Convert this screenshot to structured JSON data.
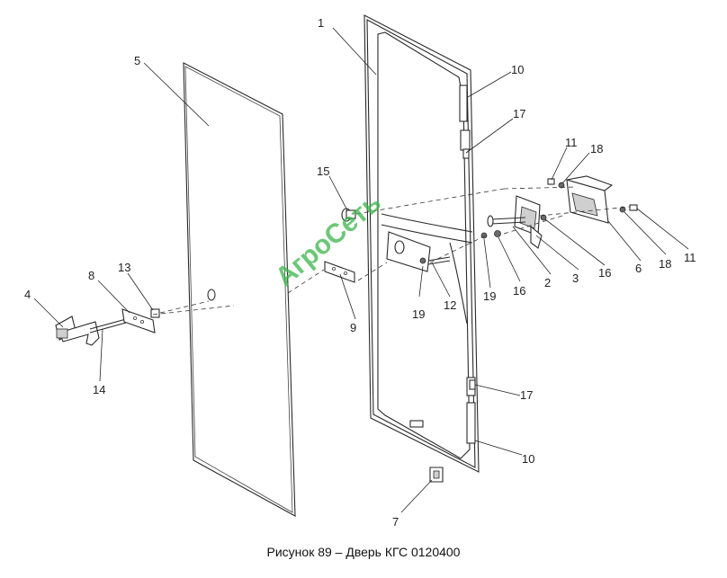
{
  "caption": "Рисунок 89 – Дверь КГС 0120400",
  "watermark": "АгроСеть",
  "callouts": [
    "1",
    "5",
    "10",
    "17",
    "15",
    "11",
    "18",
    "4",
    "8",
    "13",
    "14",
    "9",
    "12",
    "19",
    "2",
    "3",
    "16",
    "6",
    "7"
  ],
  "callout_labels": {
    "c1": "1",
    "c5": "5",
    "c10a": "10",
    "c17a": "17",
    "c15": "15",
    "c11a": "11",
    "c18a": "18",
    "c4": "4",
    "c8": "8",
    "c13": "13",
    "c14": "14",
    "c9": "9",
    "c12": "12",
    "c19a": "19",
    "c19b": "19",
    "c16a": "16",
    "c2": "2",
    "c3": "3",
    "c16b": "16",
    "c6": "6",
    "c18b": "18",
    "c11b": "11",
    "c17b": "17",
    "c10b": "10",
    "c7": "7"
  }
}
